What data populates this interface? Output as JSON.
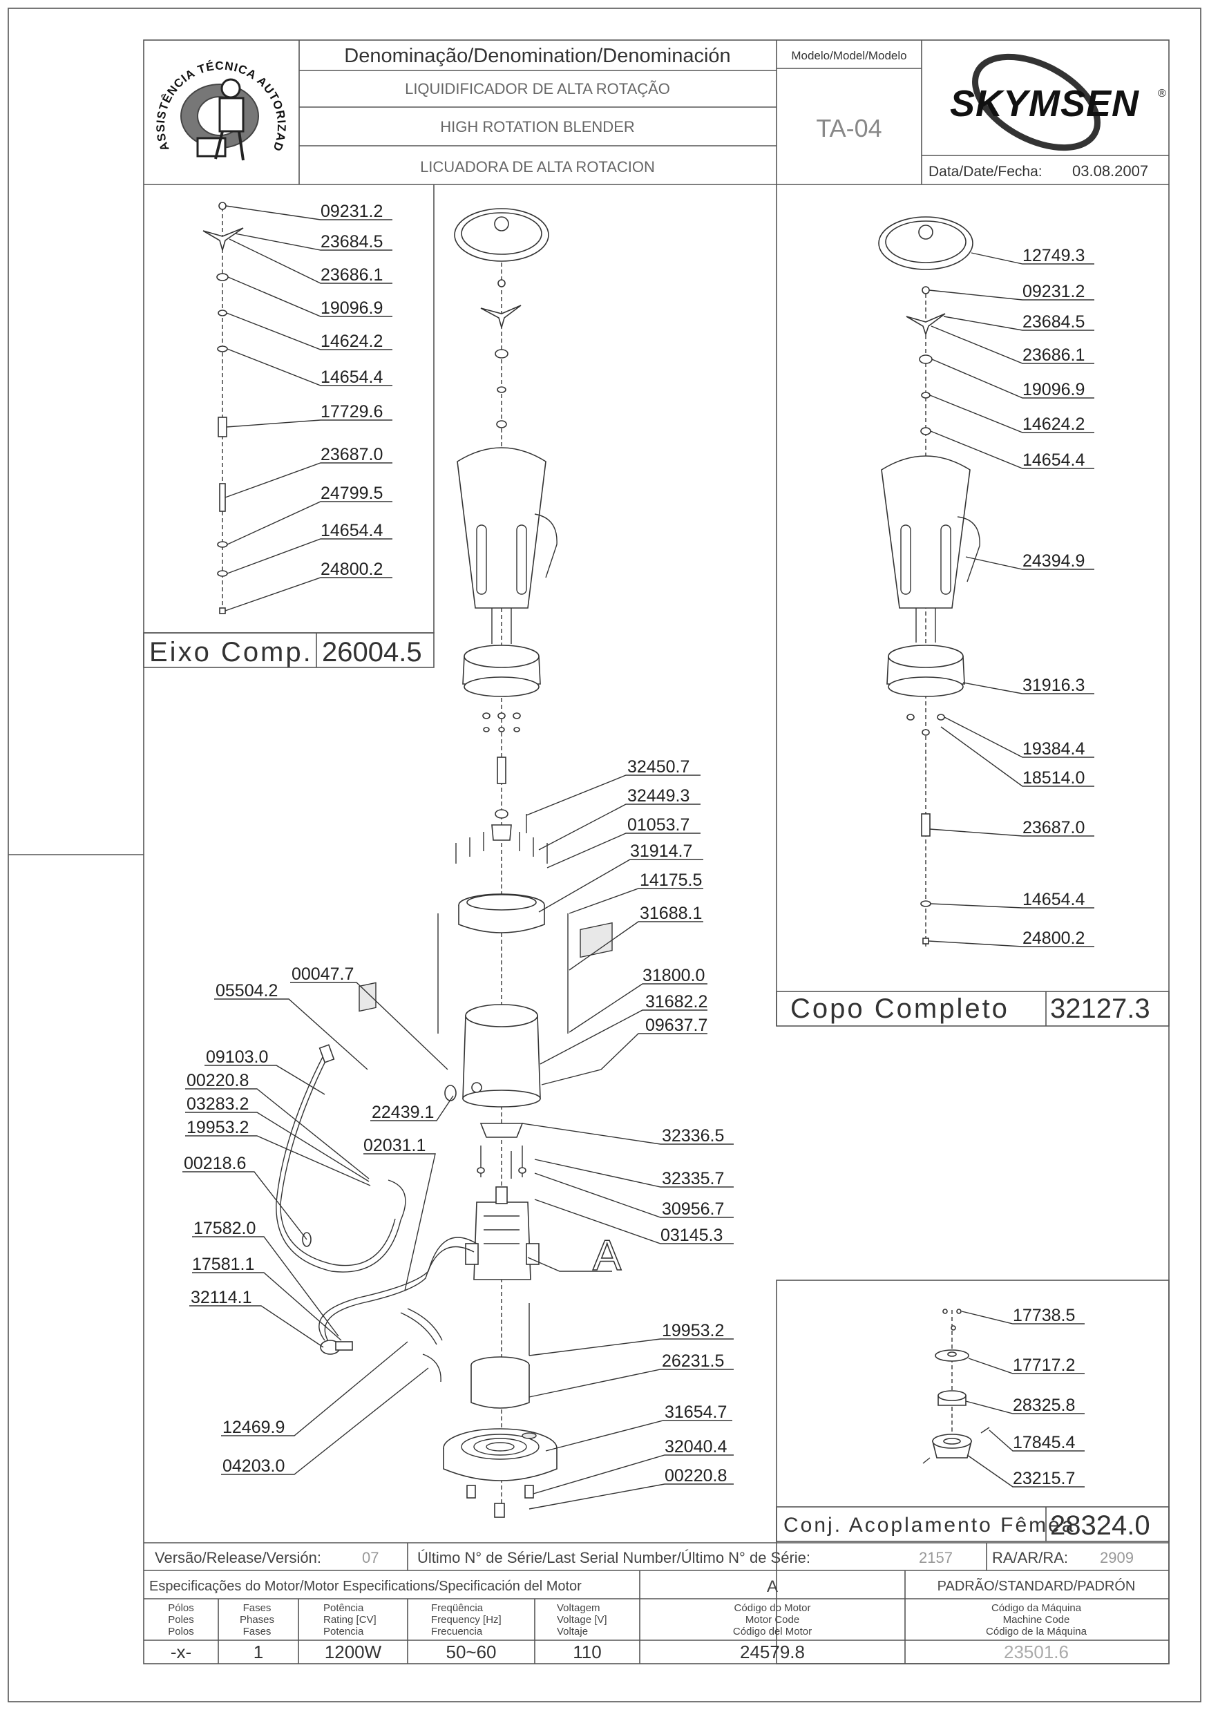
{
  "header": {
    "denomination_title": "Denominação/Denomination/Denominación",
    "names": [
      "LIQUIDIFICADOR DE ALTA ROTAÇÃO",
      "HIGH ROTATION BLENDER",
      "LICUADORA DE ALTA ROTACION"
    ],
    "model_label": "Modelo/Model/Modelo",
    "model_value": "TA-04",
    "brand": "SKYMSEN",
    "brand_mark": "®",
    "date_label": "Data/Date/Fecha:",
    "date_value": "03.08.2007",
    "seal_text": "ASSISTÊNCIA TÉCNICA AUTORIZADA"
  },
  "assemblies": {
    "eixo": {
      "name": "Eixo  Comp.",
      "code": "26004.5",
      "parts": [
        "09231.2",
        "23684.5",
        "23686.1",
        "19096.9",
        "14624.2",
        "14654.4",
        "17729.6",
        "23687.0",
        "24799.5",
        "14654.4",
        "24800.2"
      ]
    },
    "copo": {
      "name": "Copo  Completo",
      "code": "32127.3",
      "parts": [
        "12749.3",
        "09231.2",
        "23684.5",
        "23686.1",
        "19096.9",
        "14624.2",
        "14654.4",
        "24394.9",
        "31916.3",
        "19384.4",
        "18514.0",
        "23687.0",
        "14654.4",
        "24800.2"
      ]
    },
    "acoplamento": {
      "name": "Conj.  Acoplamento  Fêmea",
      "code": "28324.0",
      "parts": [
        "17738.5",
        "17717.2",
        "28325.8",
        "17845.4",
        "23215.7"
      ]
    }
  },
  "main_parts": {
    "right": [
      "32450.7",
      "32449.3",
      "01053.7",
      "31914.7",
      "14175.5",
      "31688.1",
      "31800.0",
      "31682.2",
      "09637.7",
      "32336.5",
      "32335.7",
      "30956.7",
      "03145.3",
      "19953.2",
      "26231.5",
      "31654.7",
      "32040.4",
      "00220.8"
    ],
    "left": [
      "00047.7",
      "05504.2",
      "09103.0",
      "00220.8",
      "03283.2",
      "19953.2",
      "02031.1",
      "00218.6",
      "22439.1",
      "17582.0",
      "17581.1",
      "32114.1",
      "12469.9",
      "04203.0"
    ],
    "detail_letter": "A"
  },
  "footer": {
    "version_label": "Versão/Release/Versión:",
    "version_value": "07",
    "serial_label": "Último N° de Série/Last Serial Number/Último N° de Série:",
    "serial_value": "2157",
    "ra_label": "RA/AR/RA:",
    "ra_value": "2909",
    "motor_spec_title": "Especificações do Motor/Motor Especifications/Specificación del Motor",
    "motor_letter": "A",
    "standard_title": "PADRÃO/STANDARD/PADRÓN",
    "columns": [
      [
        "Pólos",
        "Poles",
        "Polos"
      ],
      [
        "Fases",
        "Phases",
        "Fases"
      ],
      [
        "Potência",
        "Rating [CV]",
        "Potencia"
      ],
      [
        "Freqüência",
        "Frequency [Hz]",
        "Frecuencia"
      ],
      [
        "Voltagem",
        "Voltage [V]",
        "Voltaje"
      ],
      [
        "Código do Motor",
        "Motor Code",
        "Código del Motor"
      ],
      [
        "Código da Máquina",
        "Machine Code",
        "Código de la Máquina"
      ]
    ],
    "values": [
      "-x-",
      "1",
      "1200W",
      "50~60",
      "110",
      "24579.8",
      "23501.6"
    ]
  }
}
